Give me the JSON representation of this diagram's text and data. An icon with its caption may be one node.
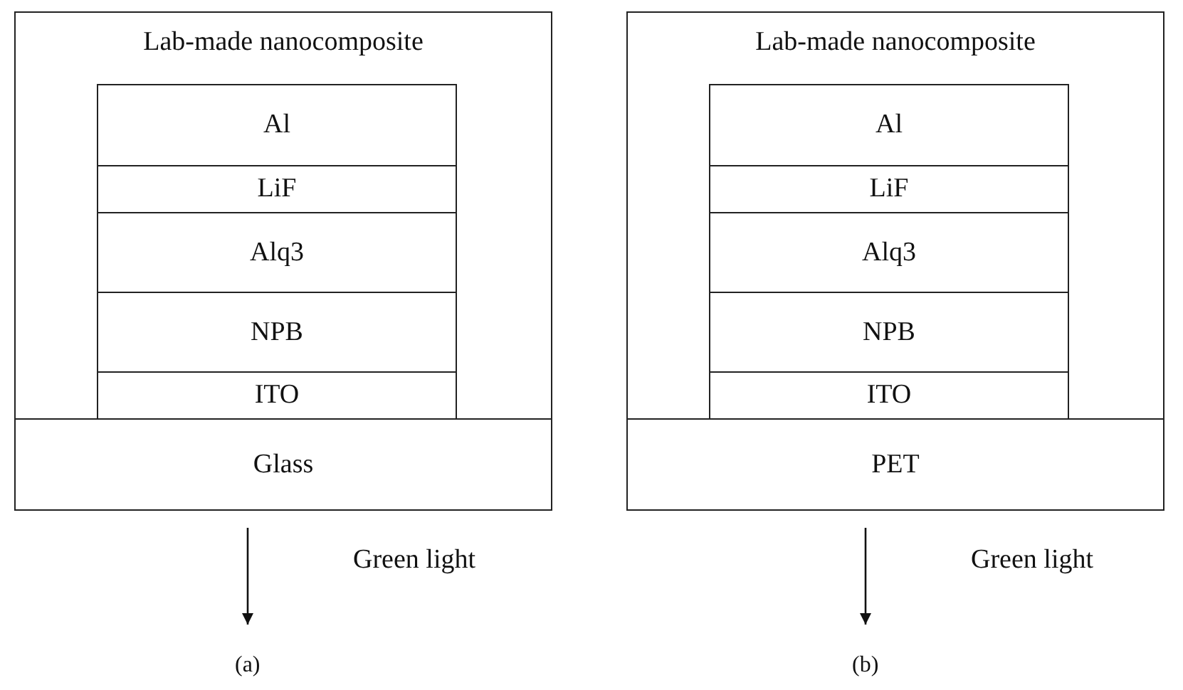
{
  "diagram": {
    "nodes": [
      {
        "text": [
          "Lab-made nanocomposite"
        ]
      },
      {
        "text": [
          "Al"
        ],
        "in": 0
      },
      {
        "text": [
          "LiF"
        ],
        "in": 0
      },
      {
        "text": [
          "Alq3"
        ],
        "in": 0
      },
      {
        "text": [
          "NPB"
        ],
        "in": 0
      },
      {
        "text": [
          "ITO"
        ],
        "in": 0
      },
      {
        "text": [
          "Glass"
        ],
        "in": 0
      },
      {
        "text": [
          "Lab-made nanocomposite"
        ]
      },
      {
        "text": [
          "Al"
        ],
        "in": 7
      },
      {
        "text": [
          "LiF"
        ],
        "in": 7
      },
      {
        "text": [
          "Alq3"
        ],
        "in": 7
      },
      {
        "text": [
          "NPB"
        ],
        "in": 7
      },
      {
        "text": [
          "ITO"
        ],
        "in": 7
      },
      {
        "text": [
          "PET"
        ],
        "in": 7
      }
    ],
    "edges": [
      {
        "from": 6,
        "to": null,
        "arrow": "to",
        "label": "Green light"
      },
      {
        "from": 13,
        "to": null,
        "arrow": "to",
        "label": "Green light"
      }
    ],
    "labels": [
      "(a)",
      "(b)"
    ]
  }
}
